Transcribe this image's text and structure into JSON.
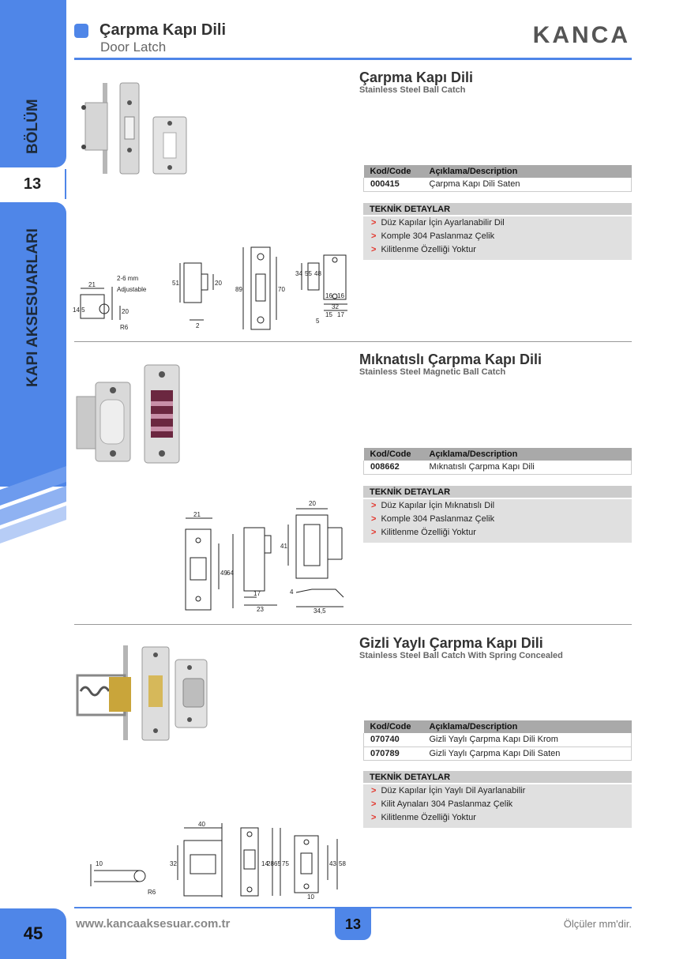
{
  "sidebar": {
    "bolum": "BÖLÜM",
    "number": "13",
    "category": "KAPI AKSESUARLARI",
    "page_number": "45"
  },
  "header": {
    "title": "Çarpma Kapı Dili",
    "subtitle": "Door Latch",
    "brand": "KANCA"
  },
  "colors": {
    "accent": "#4f86e8",
    "bullet": "#e2342b"
  },
  "products": [
    {
      "title": "Çarpma Kapı Dili",
      "subtitle": "Stainless Steel Ball Catch",
      "table_header": [
        "Kod/Code",
        "Açıklama/Description"
      ],
      "rows": [
        {
          "code": "000415",
          "desc": "Çarpma Kapı Dili Saten"
        }
      ],
      "tech_title": "TEKNİK DETAYLAR",
      "tech": [
        "Düz Kapılar İçin Ayarlanabilir Dil",
        "Komple 304 Paslanmaz Çelik",
        "Kilitlenme Özelliği Yoktur"
      ],
      "dims": {
        "d1": "21",
        "d2": "2-6 mm",
        "d3": "Adjustable",
        "d4": "14.5",
        "d5": "20",
        "d6": "R6",
        "d7": "51",
        "d8": "20",
        "d9": "2",
        "d10": "89",
        "d11": "70",
        "d12": "34",
        "d13": "55",
        "d14": "48",
        "d15": "16",
        "d16": "16",
        "d17": "32",
        "d18": "15",
        "d19": "17",
        "d20": "5"
      }
    },
    {
      "title": "Mıknatıslı Çarpma Kapı Dili",
      "subtitle": "Stainless Steel Magnetic Ball Catch",
      "table_header": [
        "Kod/Code",
        "Açıklama/Description"
      ],
      "rows": [
        {
          "code": "008662",
          "desc": "Mıknatıslı Çarpma Kapı Dili"
        }
      ],
      "tech_title": "TEKNİK DETAYLAR",
      "tech": [
        "Düz Kapılar İçin Mıknatıslı Dil",
        "Komple 304 Paslanmaz Çelik",
        "Kilitlenme Özelliği Yoktur"
      ],
      "dims": {
        "d1": "21",
        "d2": "49",
        "d3": "64",
        "d4": "17",
        "d5": "23",
        "d6": "20",
        "d7": "41",
        "d8": "4",
        "d9": "34,5"
      }
    },
    {
      "title": "Gizli Yaylı Çarpma Kapı Dili",
      "subtitle": "Stainless Steel Ball Catch With Spring Concealed",
      "table_header": [
        "Kod/Code",
        "Açıklama/Description"
      ],
      "rows": [
        {
          "code": "070740",
          "desc": "Gizli Yaylı Çarpma Kapı Dili Krom"
        },
        {
          "code": "070789",
          "desc": "Gizli Yaylı Çarpma Kapı Dili Saten"
        }
      ],
      "tech_title": "TEKNİK DETAYLAR",
      "tech": [
        "Düz Kapılar İçin Yaylı Dil Ayarlanabilir",
        "Kilit Aynaları 304 Paslanmaz Çelik",
        "Kilitlenme Özelliği Yoktur"
      ],
      "dims": {
        "d1": "10",
        "d2": "R6",
        "d3": "40",
        "d4": "32",
        "d5": "14",
        "d6": "28",
        "d7": "65",
        "d8": "75",
        "d9": "43",
        "d10": "58",
        "d11": "10"
      }
    }
  ],
  "footer": {
    "url": "www.kancaaksesuar.com.tr",
    "section": "13",
    "note": "Ölçüler mm'dir."
  }
}
